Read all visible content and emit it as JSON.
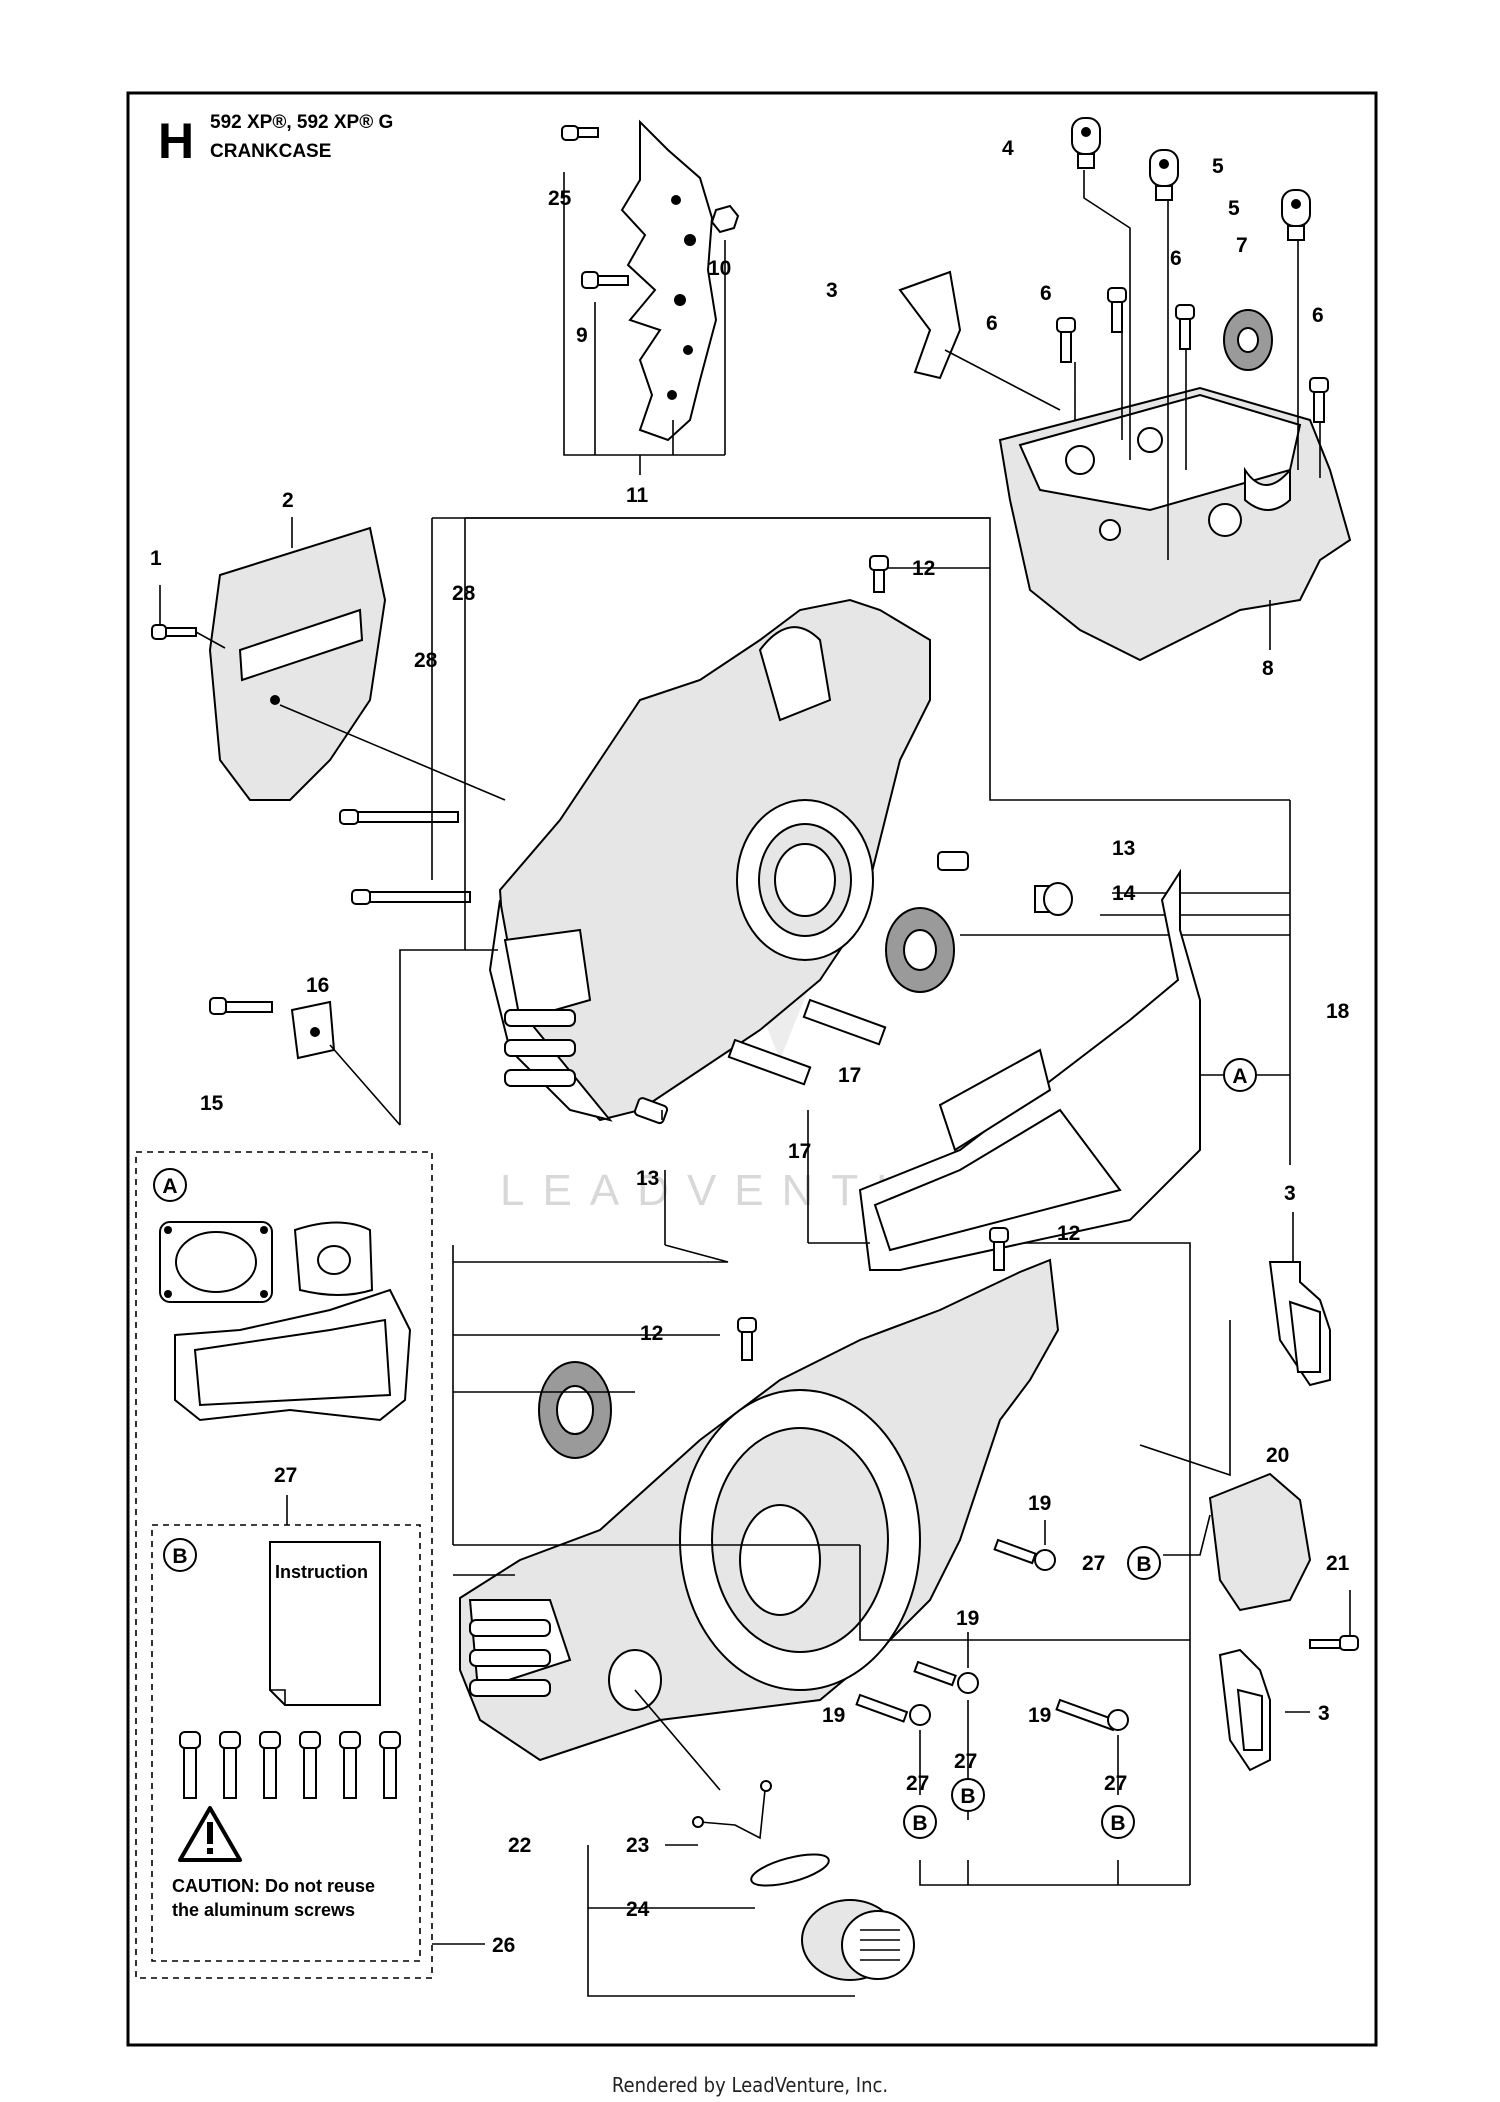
{
  "header": {
    "section_letter": "H",
    "models": "592 XP®, 592 XP® G",
    "title": "CRANKCASE"
  },
  "callouts": {
    "c1": "1",
    "c2": "2",
    "c3a": "3",
    "c3b": "3",
    "c3c": "3",
    "c4": "4",
    "c5a": "5",
    "c5b": "5",
    "c6a": "6",
    "c6b": "6",
    "c6c": "6",
    "c6d": "6",
    "c7": "7",
    "c8": "8",
    "c9": "9",
    "c10": "10",
    "c11": "11",
    "c12a": "12",
    "c12b": "12",
    "c12c": "12",
    "c13a": "13",
    "c13b": "13",
    "c14": "14",
    "c15": "15",
    "c16": "16",
    "c17a": "17",
    "c17b": "17",
    "c18": "18",
    "c19a": "19",
    "c19b": "19",
    "c19c": "19",
    "c19d": "19",
    "c20": "20",
    "c21": "21",
    "c22": "22",
    "c23": "23",
    "c24": "24",
    "c25": "25",
    "c26": "26",
    "c27a": "27",
    "c27b": "27",
    "c27c": "27",
    "c27d": "27",
    "c27e": "27",
    "c28a": "28",
    "c28b": "28"
  },
  "markers": {
    "a_main": "A",
    "a_kit": "A",
    "b_kit": "B",
    "b1": "B",
    "b2": "B",
    "b3": "B",
    "b4": "B"
  },
  "kit_b": {
    "instruction_label": "Instruction",
    "caution_line1": "CAUTION: Do not reuse",
    "caution_line2": "the aluminum screws"
  },
  "watermark": "LEADVENTURE",
  "footer": "Rendered by LeadVenture, Inc.",
  "icons": [
    "warning-icon",
    "document-icon",
    "screw-icon"
  ]
}
